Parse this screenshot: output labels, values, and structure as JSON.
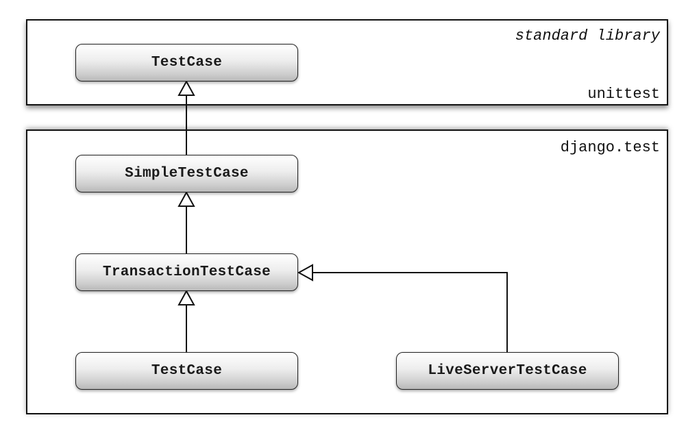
{
  "packages": {
    "unittest": {
      "context_label": "standard library",
      "name": "unittest"
    },
    "django_test": {
      "name": "django.test"
    }
  },
  "classes": {
    "unittest_testcase": "TestCase",
    "simple_test_case": "SimpleTestCase",
    "transaction_test_case": "TransactionTestCase",
    "django_testcase": "TestCase",
    "live_server_test_case": "LiveServerTestCase"
  },
  "relations": [
    {
      "child": "SimpleTestCase",
      "parent": "TestCase (unittest)",
      "type": "inheritance"
    },
    {
      "child": "TransactionTestCase",
      "parent": "SimpleTestCase",
      "type": "inheritance"
    },
    {
      "child": "TestCase (django.test)",
      "parent": "TransactionTestCase",
      "type": "inheritance"
    },
    {
      "child": "LiveServerTestCase",
      "parent": "TransactionTestCase",
      "type": "inheritance"
    }
  ]
}
